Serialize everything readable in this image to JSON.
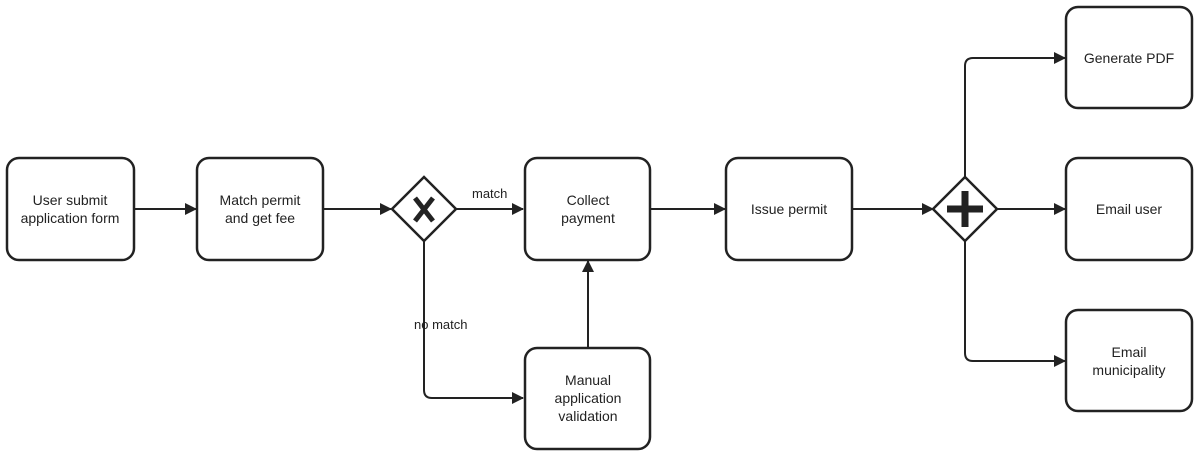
{
  "diagram": {
    "tasks": [
      {
        "id": "t1",
        "lines": [
          "User submit",
          "application form"
        ]
      },
      {
        "id": "t2",
        "lines": [
          "Match permit",
          "and get fee"
        ]
      },
      {
        "id": "t3",
        "lines": [
          "Collect",
          "payment"
        ]
      },
      {
        "id": "t4",
        "lines": [
          "Manual",
          "application",
          "validation"
        ]
      },
      {
        "id": "t5",
        "lines": [
          "Issue permit"
        ]
      },
      {
        "id": "t6",
        "lines": [
          "Generate PDF"
        ]
      },
      {
        "id": "t7",
        "lines": [
          "Email user"
        ]
      },
      {
        "id": "t8",
        "lines": [
          "Email",
          "municipality"
        ]
      }
    ],
    "gateways": [
      {
        "id": "g1",
        "type": "exclusive"
      },
      {
        "id": "g2",
        "type": "parallel"
      }
    ],
    "edge_labels": {
      "match": "match",
      "no_match": "no match"
    },
    "colors": {
      "stroke": "#222222",
      "fill": "#ffffff"
    }
  }
}
